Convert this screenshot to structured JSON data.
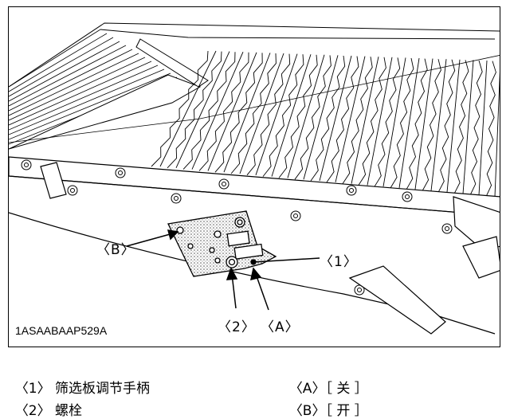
{
  "figure": {
    "callouts": {
      "b": "〈B〉",
      "one": "〈1〉",
      "two": "〈2〉",
      "a": "〈A〉"
    },
    "figure_code": "1ASAABAAP529A"
  },
  "legend": {
    "left": [
      {
        "key": "〈1〉",
        "text": "筛选板调节手柄"
      },
      {
        "key": "〈2〉",
        "text": "螺栓"
      }
    ],
    "right": [
      {
        "key": "〈A〉",
        "text": "［ 关 ］"
      },
      {
        "key": "〈B〉",
        "text": "［ 开 ］"
      }
    ]
  }
}
